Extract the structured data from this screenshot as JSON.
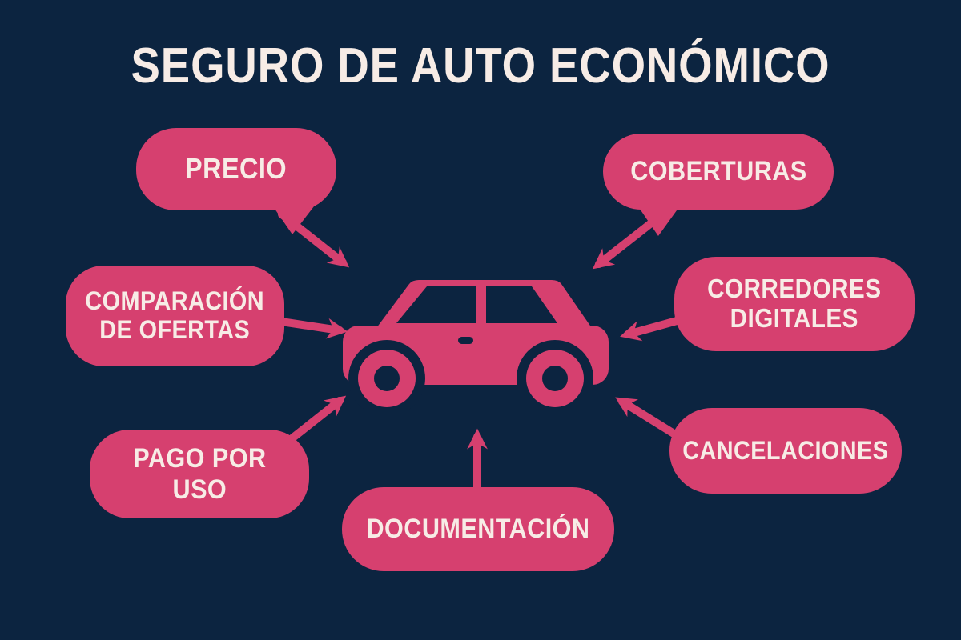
{
  "title": "SEGURO DE AUTO ECONÓMICO",
  "colors": {
    "background": "#0c2440",
    "accent_pink": "#d6406f",
    "text_light": "#f7ece6"
  },
  "center": {
    "icon": "car-icon"
  },
  "bubbles": [
    {
      "id": "precio",
      "lines": [
        "PRECIO"
      ]
    },
    {
      "id": "coberturas",
      "lines": [
        "COBERTURAS"
      ]
    },
    {
      "id": "comparacion-de-ofertas",
      "lines": [
        "COMPARACIÓN",
        "DE OFERTAS"
      ]
    },
    {
      "id": "corredores-digitales",
      "lines": [
        "CORREDORES",
        "DIGITALES"
      ]
    },
    {
      "id": "pago-por-uso",
      "lines": [
        "PAGO POR",
        "USO"
      ]
    },
    {
      "id": "documentacion",
      "lines": [
        "DOCUMENTACIÓN"
      ]
    },
    {
      "id": "cancelaciones",
      "lines": [
        "CANCELACIONES"
      ]
    }
  ]
}
